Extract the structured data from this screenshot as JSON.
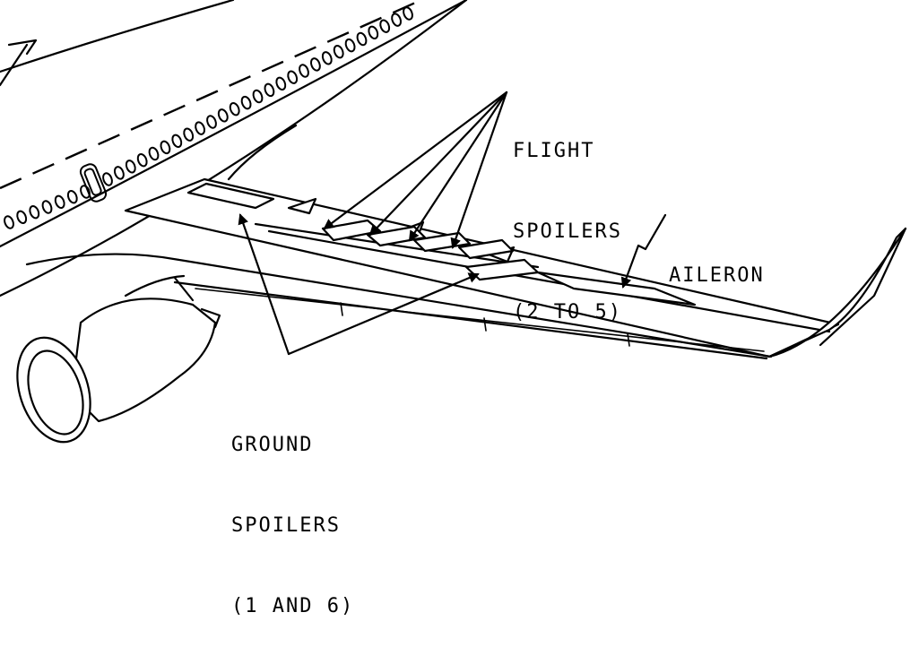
{
  "labels": {
    "flight_spoilers": [
      "FLIGHT",
      "SPOILERS",
      "(2 TO 5)"
    ],
    "aileron": "AILERON",
    "ground_spoilers": [
      "GROUND",
      "SPOILERS",
      "(1 AND 6)"
    ]
  },
  "colors": {
    "line": "#000000",
    "background": "#ffffff"
  }
}
